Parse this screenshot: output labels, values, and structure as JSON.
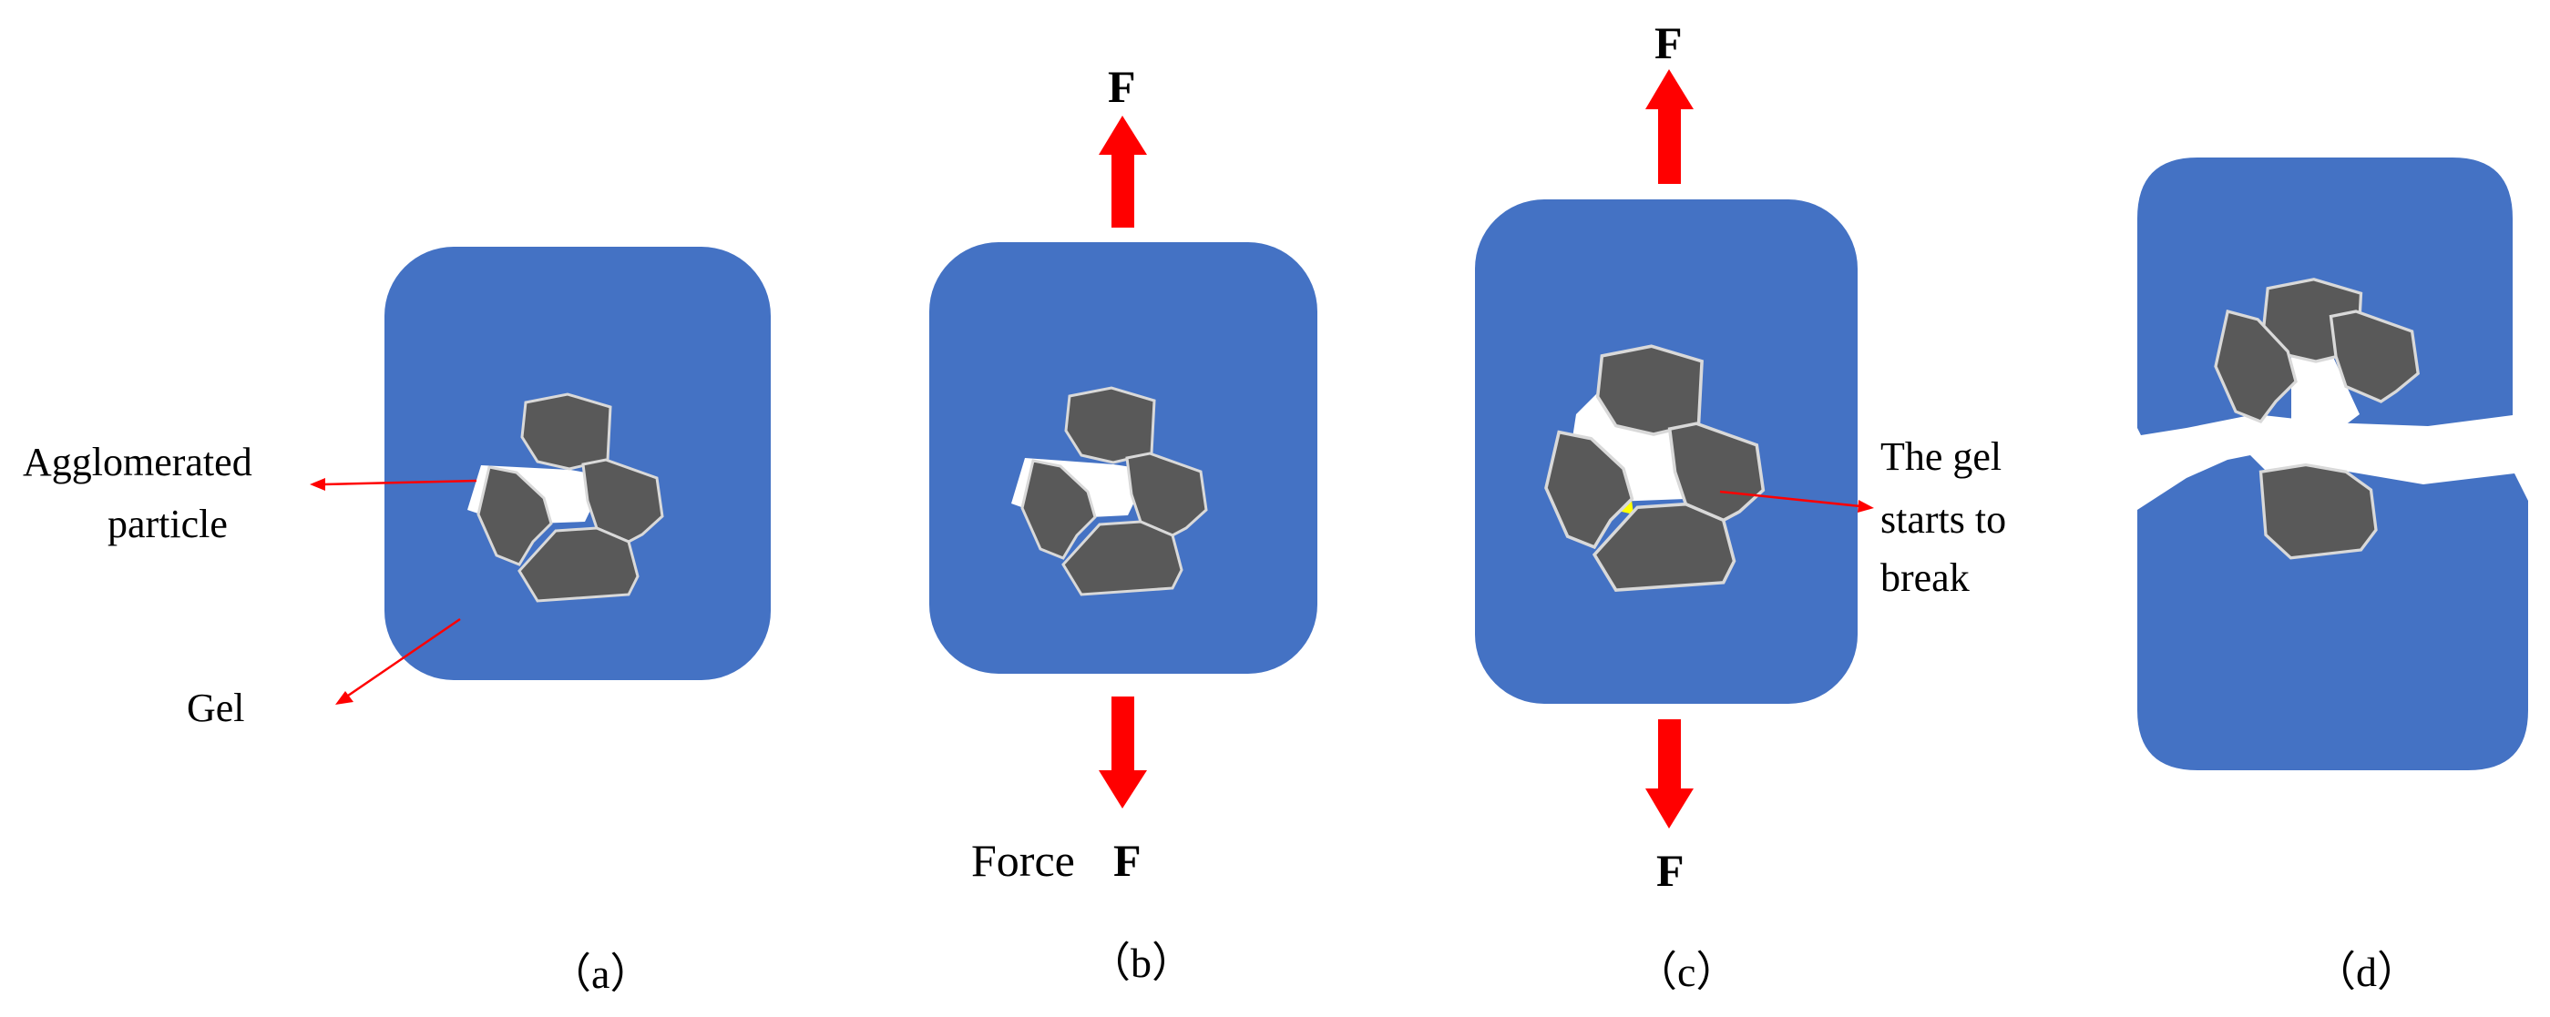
{
  "colors": {
    "gel": "#4472c4",
    "particle": "#595959",
    "particle_outline": "#d9d9d9",
    "arrow": "#ff0000",
    "crack_tip": "#ffff00",
    "background": "#ffffff"
  },
  "labels": {
    "agglomerated_particle_line1": "Agglomerated",
    "agglomerated_particle_line2": "particle",
    "gel": "Gel",
    "force_word": "Force",
    "force_symbol": "F",
    "gel_break_line1": "The gel",
    "gel_break_line2": "starts to",
    "gel_break_line3": "break"
  },
  "panels": {
    "a": {
      "caption": "（a）"
    },
    "b": {
      "caption": "（b）"
    },
    "c": {
      "caption": "（c）"
    },
    "d": {
      "caption": "（d）"
    }
  }
}
